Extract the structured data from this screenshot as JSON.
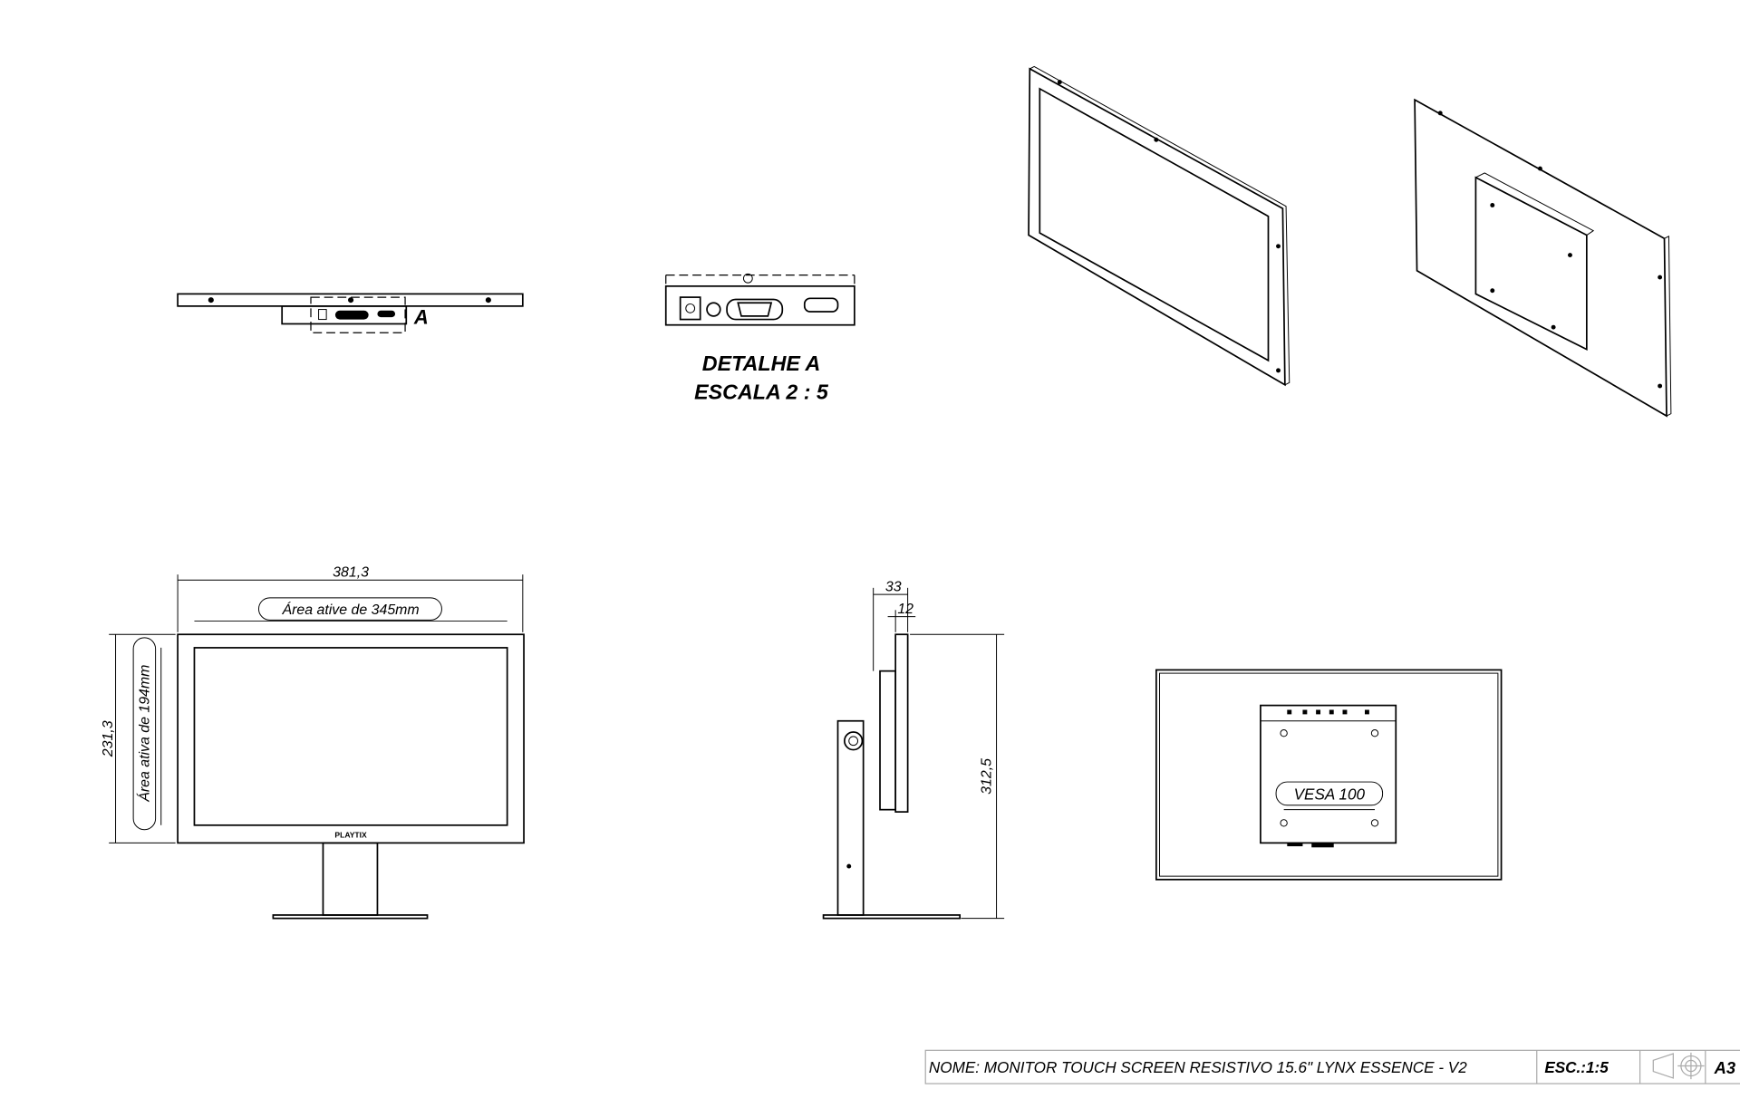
{
  "detail": {
    "marker": "A",
    "title": "DETALHE A",
    "scale": "ESCALA 2 : 5"
  },
  "front_view": {
    "width_dim": "381,3",
    "active_width": "Área ative de 345mm",
    "height_dim": "231,3",
    "active_height": "Área ativa de 194mm",
    "logo": "PLAYTIX"
  },
  "side_view": {
    "depth_dim": "33",
    "panel_dim": "12",
    "total_height_dim": "312,5"
  },
  "back_view": {
    "vesa_label": "VESA 100"
  },
  "title_block": {
    "name": "NOME: MONITOR TOUCH SCREEN RESISTIVO 15.6\" LYNX ESSENCE - V2",
    "scale": "ESC.:1:5",
    "sheet": "A3"
  }
}
